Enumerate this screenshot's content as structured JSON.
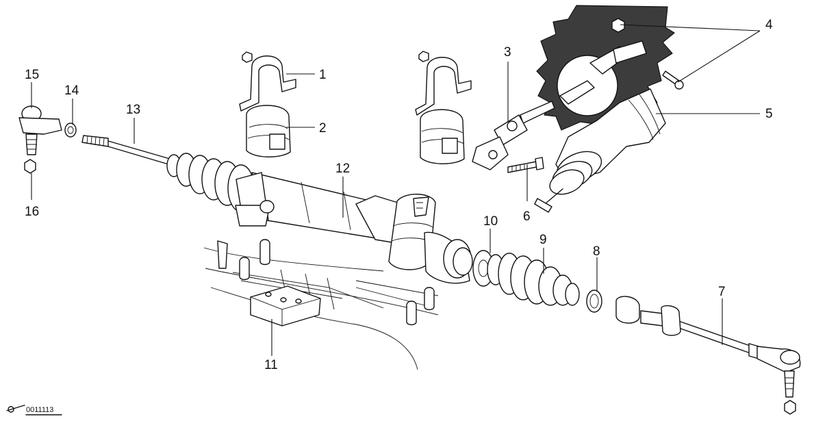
{
  "callouts": {
    "c1": "1",
    "c2": "2",
    "c3": "3",
    "c4": "4",
    "c5": "5",
    "c6": "6",
    "c7": "7",
    "c8": "8",
    "c9": "9",
    "c10": "10",
    "c11": "11",
    "c12": "12",
    "c13": "13",
    "c14": "14",
    "c15": "15",
    "c16": "16"
  },
  "reference_code": "0011113"
}
